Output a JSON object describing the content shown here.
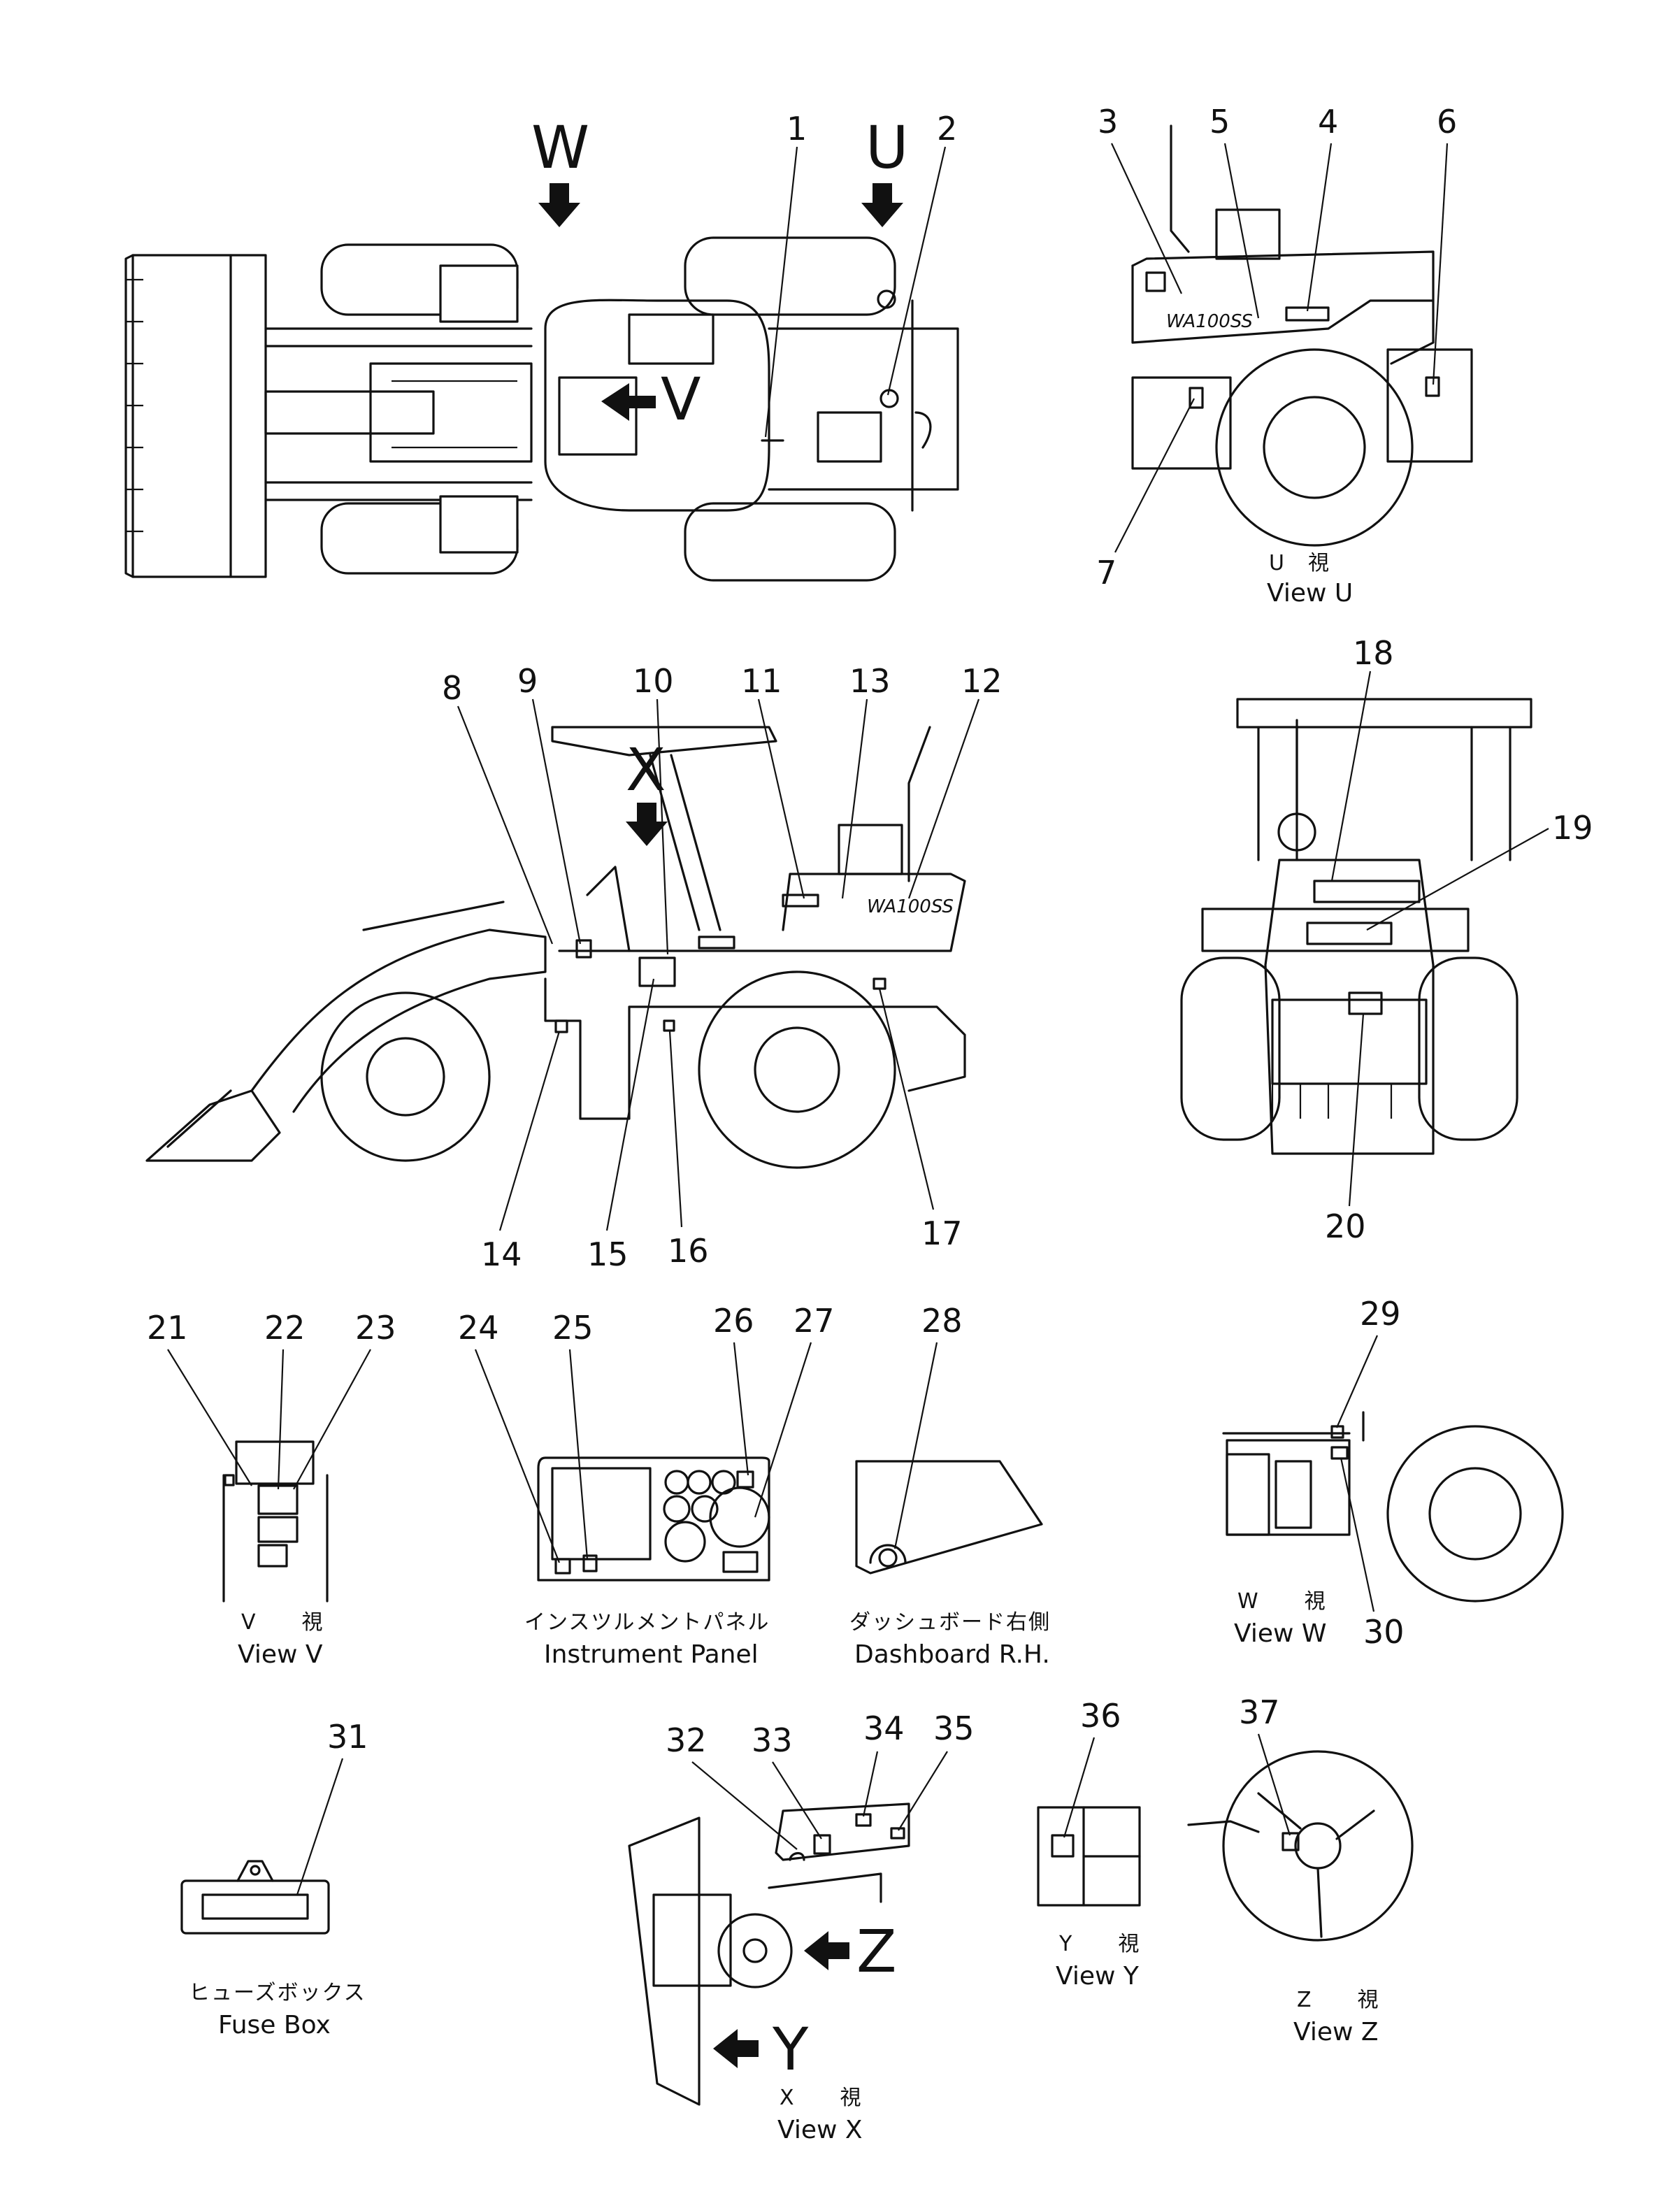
{
  "views": {
    "top": {
      "W": "W",
      "U": "U",
      "V": "V"
    },
    "U": {
      "jp": "U　視",
      "en": "View  U",
      "brand": "WA100SS"
    },
    "side": {
      "X": "X",
      "brand": "WA100SS"
    },
    "V": {
      "jp": "V　　視",
      "en": "View  V"
    },
    "panel": {
      "jp": "インスツルメントパネル",
      "en": "Instrument Panel"
    },
    "dash": {
      "jp": "ダッシュボード右側",
      "en": "Dashboard  R.H."
    },
    "W": {
      "jp": "W　　視",
      "en": "View  W"
    },
    "fuse": {
      "jp": "ヒューズボックス",
      "en": "Fuse  Box"
    },
    "X": {
      "Z": "Z",
      "Y": "Y",
      "jp": "X　　視",
      "en": "View  X"
    },
    "Y": {
      "jp": "Y　　視",
      "en": "View  Y"
    },
    "Z": {
      "jp": "Z　　視",
      "en": "View  Z"
    }
  },
  "callouts": [
    "1",
    "2",
    "3",
    "4",
    "5",
    "6",
    "7",
    "8",
    "9",
    "10",
    "11",
    "12",
    "13",
    "14",
    "15",
    "16",
    "17",
    "18",
    "19",
    "20",
    "21",
    "22",
    "23",
    "24",
    "25",
    "26",
    "27",
    "28",
    "29",
    "30",
    "31",
    "32",
    "33",
    "34",
    "35",
    "36",
    "37"
  ]
}
